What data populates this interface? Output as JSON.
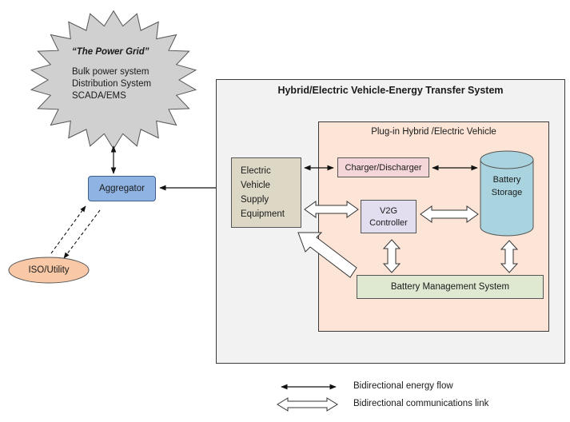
{
  "power_grid": {
    "title": "“The Power Grid”",
    "lines": [
      "Bulk power system",
      "Distribution System",
      "SCADA/EMS"
    ]
  },
  "aggregator": {
    "label": "Aggregator"
  },
  "iso": {
    "label": "ISO/Utility"
  },
  "system": {
    "title": "Hybrid/Electric Vehicle-Energy Transfer System",
    "evse_lines": [
      "Electric",
      "Vehicle",
      "Supply",
      "Equipment"
    ]
  },
  "vehicle": {
    "title": "Plug-in Hybrid /Electric Vehicle",
    "charger": "Charger/Discharger",
    "v2g_lines": [
      "V2G",
      "Controller"
    ],
    "battery_lines": [
      "Battery",
      "Storage"
    ],
    "bms": "Battery Management System"
  },
  "legend": {
    "energy_flow": "Bidirectional  energy flow",
    "comms_link": "Bidirectional communications link"
  },
  "colors": {
    "outer_bg": "#f2f2f2",
    "vehicle_bg": "#fce5d6",
    "evse_bg": "#ddd8c6",
    "charger_bg": "#f4d6d8",
    "v2g_bg": "#e3ddf0",
    "bms_bg": "#dfe9d2",
    "aggregator_bg": "#8fb4e3",
    "battery_fill": "#a9d4df",
    "iso_bg": "#f9c9a7",
    "grid_fill": "#d0d0d0"
  }
}
